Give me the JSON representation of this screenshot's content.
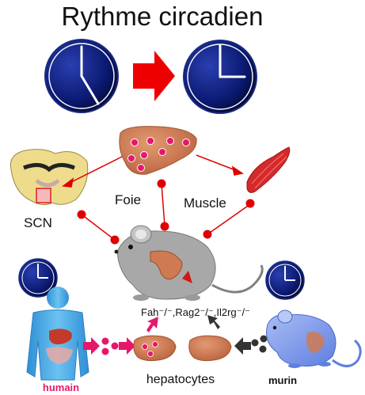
{
  "title": "Rythme circadien",
  "labels": {
    "liver": "Foie",
    "muscle": "Muscle",
    "scn": "SCN",
    "genotype": "Fah⁻/⁻,Rag2⁻/⁻,Il2rg⁻/⁻",
    "hepatocytes": "hepatocytes",
    "human": "humain",
    "murine": "murin"
  },
  "colors": {
    "clock_face": "#0a1a6e",
    "arrow_red": "#ee0000",
    "dot_red": "#e00000",
    "dot_magenta": "#e6176b",
    "liver": "#c8744e",
    "muscle": "#d42a2a",
    "brain": "#eedc8c",
    "mouse_gray": "#a8a8a8",
    "mouse_blue": "#86a2ec",
    "human_blue": "#3ea0dc",
    "human_label": "#e6176b"
  },
  "icons": [
    "clock-icon",
    "big-red-arrow-icon",
    "liver-icon",
    "muscle-icon",
    "brain-icon",
    "mouse-icon",
    "human-body-icon"
  ]
}
